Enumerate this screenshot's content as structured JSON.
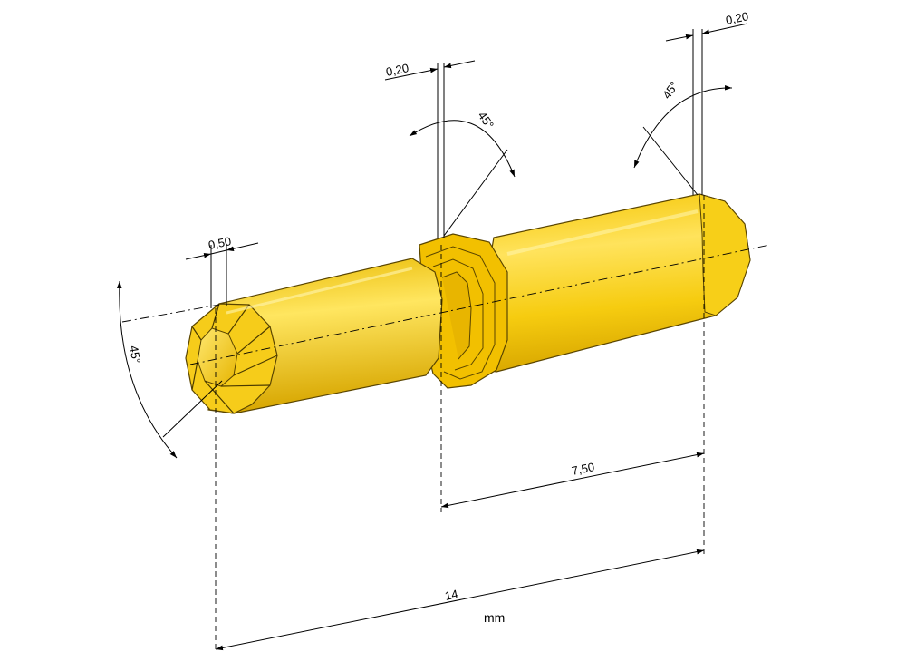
{
  "diagram": {
    "unit_label": "mm",
    "dimensions": {
      "overall_length": "14",
      "body_length": "7,50",
      "tip_chamfer_length": "0,50",
      "shoulder_chamfer_length": "0,20",
      "end_chamfer_length": "0,20",
      "tip_chamfer_angle": "45°",
      "shoulder_chamfer_angle": "45°",
      "end_chamfer_angle": "45°"
    },
    "colors": {
      "pin_light": "#ffe45a",
      "pin_mid": "#f2c200",
      "pin_dark": "#c99700",
      "line": "#000000"
    }
  }
}
